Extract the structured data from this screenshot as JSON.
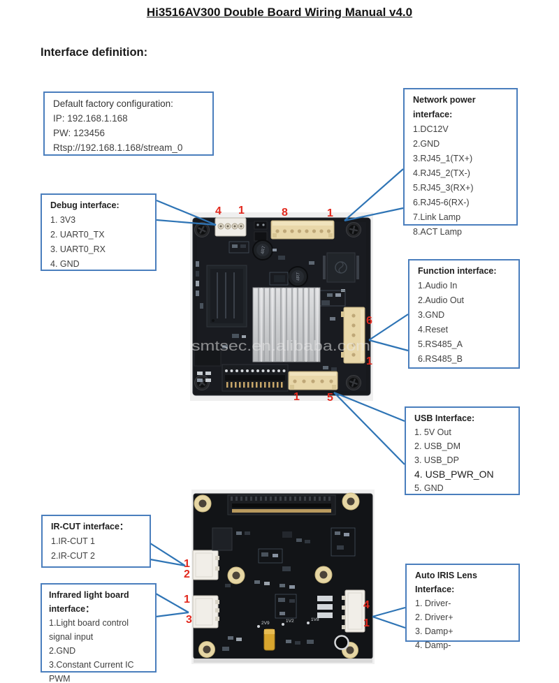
{
  "page": {
    "title": "Hi3516AV300 Double Board Wiring Manual v4.0",
    "section_heading": "Interface definition:"
  },
  "colors": {
    "box_border": "#4a7ebd",
    "callout_line": "#2e74b5",
    "marker_red": "#e2291e"
  },
  "boxes": {
    "factory": {
      "title": "Default factory configuration:",
      "items": [
        "IP: 192.168.1.168",
        "PW: 123456",
        "Rtsp://192.168.1.168/stream_0"
      ]
    },
    "network_power": {
      "title": "Network power interface:",
      "items": [
        "1.DC12V",
        "2.GND",
        "3.RJ45_1(TX+)",
        "4.RJ45_2(TX-)",
        "5.RJ45_3(RX+)",
        "6.RJ45-6(RX-)",
        "7.Link Lamp",
        "8.ACT Lamp"
      ]
    },
    "debug": {
      "title": "Debug interface:",
      "items": [
        "1. 3V3",
        "2. UART0_TX",
        "3. UART0_RX",
        "4. GND"
      ]
    },
    "function": {
      "title": "Function interface:",
      "items": [
        "1.Audio In",
        "2.Audio Out",
        "3.GND",
        "4.Reset",
        "5.RS485_A",
        "6.RS485_B"
      ]
    },
    "usb": {
      "title": "USB Interface:",
      "items": [
        "1. 5V Out",
        "2. USB_DM",
        "3. USB_DP",
        "4. USB_PWR_ON",
        "5. GND"
      ]
    },
    "ircut": {
      "title": "IR-CUT interface：",
      "items": [
        "1.IR-CUT 1",
        "2.IR-CUT 2"
      ]
    },
    "infrared": {
      "title": "Infrared light board interface：",
      "items": [
        "1.Light board control signal input",
        "2.GND",
        "3.Constant Current IC PWM"
      ]
    },
    "iris": {
      "title": "Auto IRIS Lens Interface:",
      "items": [
        "1. Driver-",
        "2. Driver+",
        "3. Damp+",
        "4. Damp-"
      ]
    }
  },
  "markers": {
    "top_board": [
      "4",
      "1",
      "8",
      "1",
      "6",
      "1",
      "1",
      "5"
    ],
    "bottom_board": [
      "1",
      "2",
      "1",
      "3",
      "4",
      "1"
    ]
  },
  "board_text": {
    "watermark": "smtsec.en.alibaba.com",
    "inductor_label": "4R7",
    "testpoints": [
      "2V9",
      "1V2",
      "1V8"
    ]
  }
}
